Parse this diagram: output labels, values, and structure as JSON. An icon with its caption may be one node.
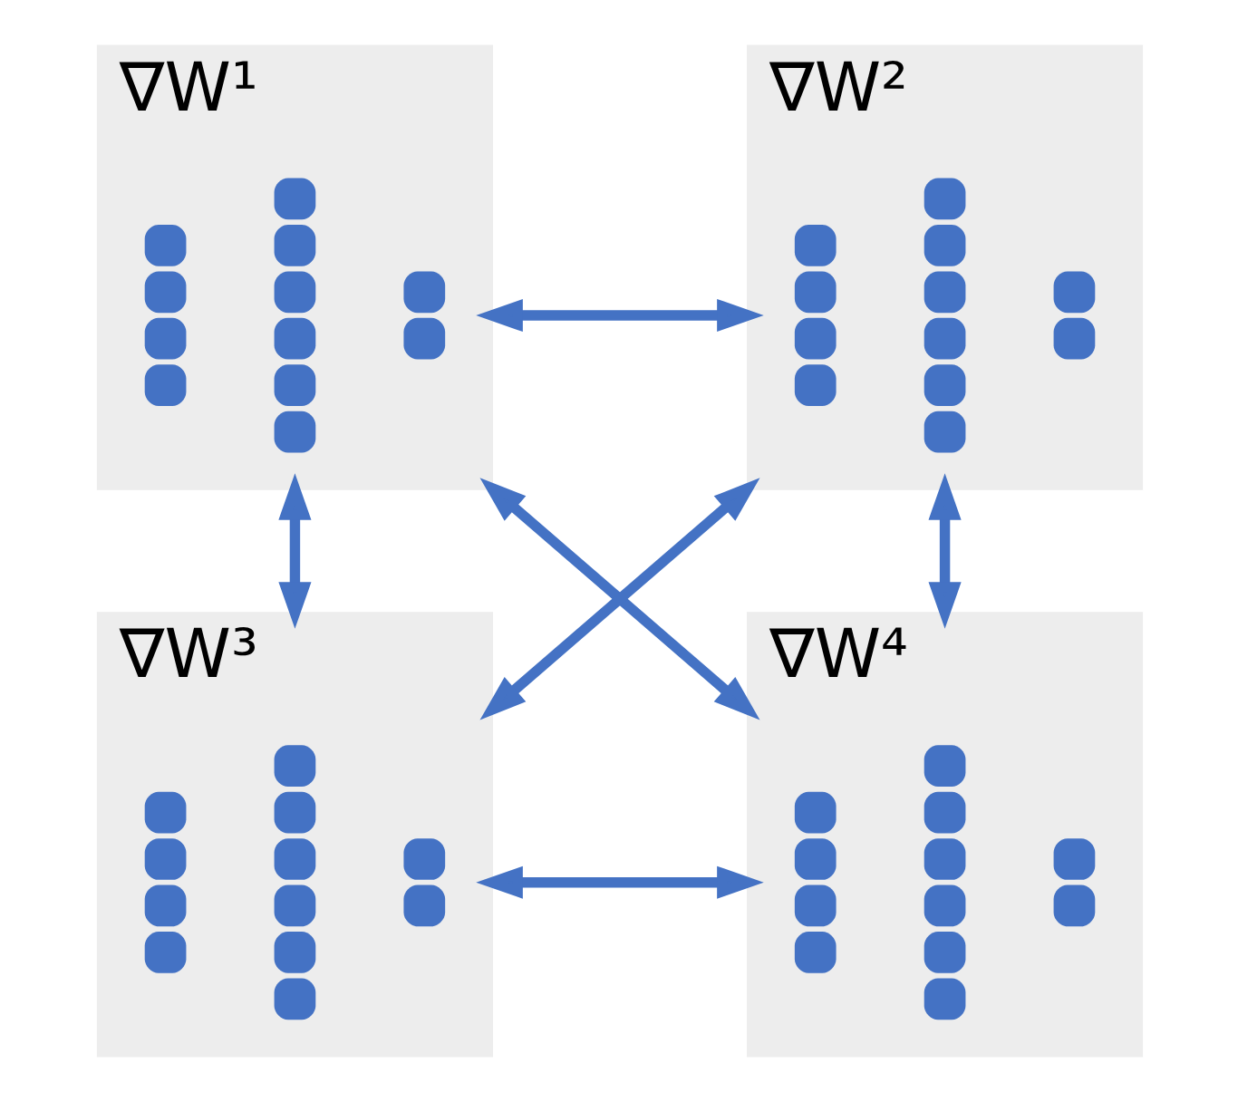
{
  "diagram": {
    "nodes": [
      {
        "text": [
          "∇W¹"
        ]
      },
      {
        "text": [],
        "shape": "picture",
        "in": 0
      },
      {
        "text": [
          "∇W²"
        ]
      },
      {
        "text": [],
        "shape": "picture",
        "in": 2
      },
      {
        "text": [
          "∇W³"
        ]
      },
      {
        "text": [],
        "shape": "picture",
        "in": 4
      },
      {
        "text": [
          "∇W⁴"
        ]
      },
      {
        "text": [],
        "shape": "picture",
        "in": 6
      }
    ],
    "edges": [
      {
        "from": 0,
        "to": 2,
        "arrow": "both"
      },
      {
        "from": 0,
        "to": 4,
        "arrow": "both"
      },
      {
        "from": 2,
        "to": 6,
        "arrow": "both"
      },
      {
        "from": 0,
        "to": 6,
        "arrow": "both"
      },
      {
        "from": 2,
        "to": 4,
        "arrow": "both"
      },
      {
        "from": 4,
        "to": 6,
        "arrow": "both"
      }
    ]
  }
}
